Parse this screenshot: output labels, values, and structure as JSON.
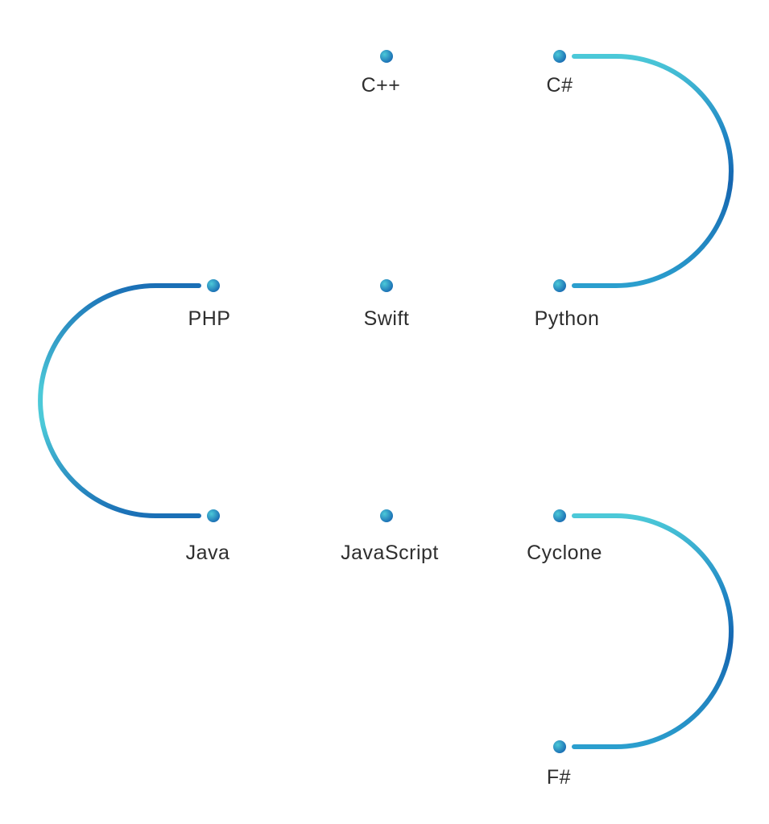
{
  "colors": {
    "dark_blue": "#1565b0",
    "light_cyan": "#4cc9d8",
    "node_fill": "#1f8fd0",
    "label": "#2e2e2e"
  },
  "nodes": [
    {
      "id": "cpp",
      "label": "C++"
    },
    {
      "id": "csharp",
      "label": "C#"
    },
    {
      "id": "python",
      "label": "Python"
    },
    {
      "id": "swift",
      "label": "Swift"
    },
    {
      "id": "php",
      "label": "PHP"
    },
    {
      "id": "java",
      "label": "Java"
    },
    {
      "id": "javascript",
      "label": "JavaScript"
    },
    {
      "id": "cyclone",
      "label": "Cyclone"
    },
    {
      "id": "fsharp",
      "label": "F#"
    }
  ]
}
